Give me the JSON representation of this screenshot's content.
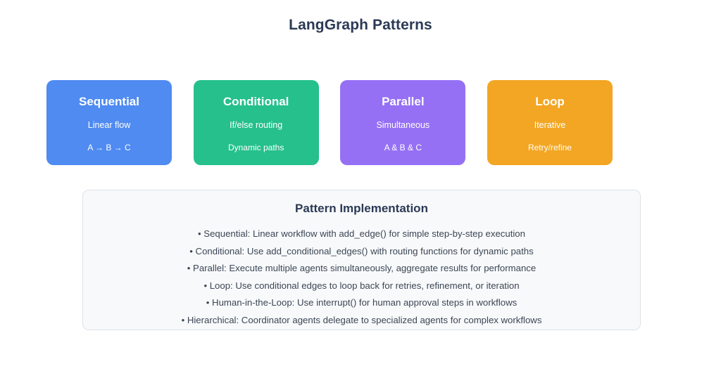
{
  "header": {
    "title": "LangGraph Patterns",
    "title_color": "#2b3a55"
  },
  "cards": [
    {
      "name": "sequential",
      "title": "Sequential",
      "subtitle": "Linear flow",
      "detail": "A → B → C",
      "color": "#4f8bf0"
    },
    {
      "name": "conditional",
      "title": "Conditional",
      "subtitle": "If/else routing",
      "detail": "Dynamic paths",
      "color": "#25c08c"
    },
    {
      "name": "parallel",
      "title": "Parallel",
      "subtitle": "Simultaneous",
      "detail": "A & B & C",
      "color": "#9670f4"
    },
    {
      "name": "loop",
      "title": "Loop",
      "subtitle": "Iterative",
      "detail": "Retry/refine",
      "color": "#f3a623"
    }
  ],
  "implementation": {
    "title": "Pattern Implementation",
    "panel_bg": "#f8f9fb",
    "panel_border": "#dfe3e8",
    "items": [
      "• Sequential: Linear workflow with add_edge() for simple step-by-step execution",
      "• Conditional: Use add_conditional_edges() with routing functions for dynamic paths",
      "• Parallel: Execute multiple agents simultaneously, aggregate results for performance",
      "• Loop: Use conditional edges to loop back for retries, refinement, or iteration",
      "• Human-in-the-Loop: Use interrupt() for human approval steps in workflows",
      "• Hierarchical: Coordinator agents delegate to specialized agents for complex workflows"
    ]
  }
}
